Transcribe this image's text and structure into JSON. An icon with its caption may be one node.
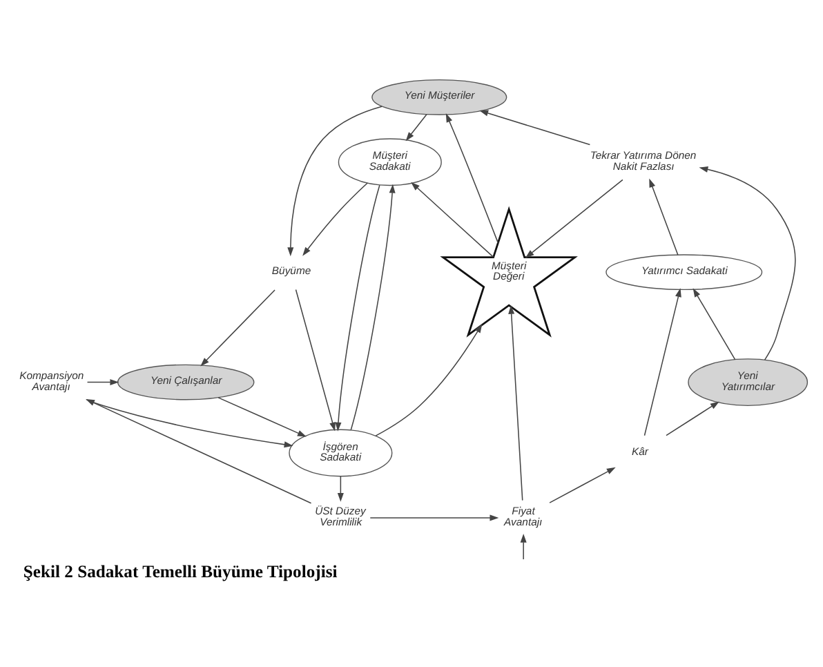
{
  "diagram": {
    "caption": "Şekil 2 Sadakat Temelli Büyüme Tipolojisi",
    "nodes": [
      {
        "text": [
          "Yeni Müşteriler"
        ]
      },
      {
        "text": [
          "Tekrar Yatırıma Dönen Nakit Fazlası"
        ]
      },
      {
        "text": [
          "Müşteri Sadakati"
        ]
      },
      {
        "text": [
          "Müşteri Değeri"
        ]
      },
      {
        "text": [
          "Yatırımcı Sadakati"
        ]
      },
      {
        "text": [
          "Büyüme"
        ]
      },
      {
        "text": [
          "Yeni Çalışanlar"
        ]
      },
      {
        "text": [
          "Yeni Yatırımcılar"
        ]
      },
      {
        "text": [
          "Kompansiyon Avantajı"
        ]
      },
      {
        "text": [
          "Kâr"
        ]
      },
      {
        "text": [
          "İşgören Sadakati"
        ]
      },
      {
        "text": [
          "Fiyat Avantajı"
        ]
      },
      {
        "text": [
          "ÜSt Düzey Verimlilik"
        ]
      }
    ],
    "edges": [
      {
        "from": 1,
        "to": 3,
        "arrow": "to"
      },
      {
        "from": 1,
        "to": 0,
        "arrow": "to"
      },
      {
        "from": 4,
        "to": 1,
        "arrow": "to"
      },
      {
        "from": 7,
        "to": 1,
        "arrow": "to"
      },
      {
        "from": 7,
        "to": 4,
        "arrow": "to"
      },
      {
        "from": 9,
        "to": 4,
        "arrow": "to"
      },
      {
        "from": 9,
        "to": 7,
        "arrow": "to"
      },
      {
        "from": 11,
        "to": 9,
        "arrow": "to"
      },
      {
        "from": 11,
        "to": 3,
        "arrow": "to"
      },
      {
        "from": 3,
        "to": 0,
        "arrow": "to"
      },
      {
        "from": 3,
        "to": 2,
        "arrow": "to"
      },
      {
        "from": 0,
        "to": 2,
        "arrow": "to"
      },
      {
        "from": 0,
        "to": 5,
        "arrow": "to"
      },
      {
        "from": 2,
        "to": 5,
        "arrow": "to"
      },
      {
        "from": 2,
        "to": 10,
        "arrow": "to"
      },
      {
        "from": 5,
        "to": 10,
        "arrow": "to"
      },
      {
        "from": 5,
        "to": 6,
        "arrow": "to"
      },
      {
        "from": 6,
        "to": 10,
        "arrow": "to"
      },
      {
        "from": 10,
        "to": 2,
        "arrow": "to"
      },
      {
        "from": 10,
        "to": 3,
        "arrow": "to"
      },
      {
        "from": 10,
        "to": 12,
        "arrow": "to"
      },
      {
        "from": 12,
        "to": 11,
        "arrow": "to"
      },
      {
        "from": 12,
        "to": 8,
        "arrow": "to"
      },
      {
        "from": 8,
        "to": 10,
        "arrow": "to"
      },
      {
        "from": 8,
        "to": 6,
        "arrow": "to"
      },
      {
        "from": null,
        "to": 11,
        "arrow": "to"
      }
    ]
  }
}
